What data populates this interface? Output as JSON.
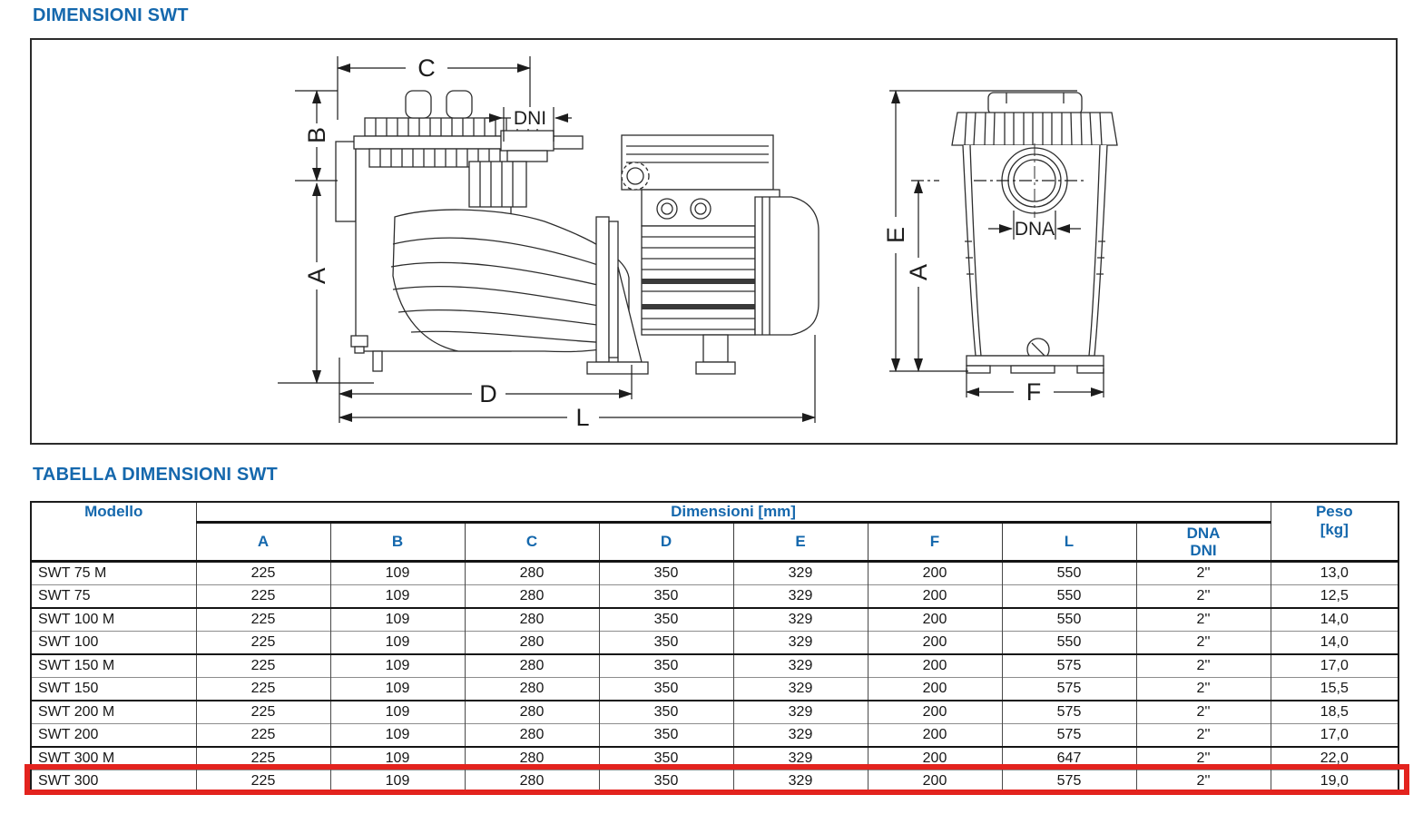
{
  "page": {
    "title_diagram": "DIMENSIONI SWT",
    "title_table": "TABELLA DIMENSIONI SWT"
  },
  "colors": {
    "accent_blue": "#1568AD",
    "highlight_red": "#E3231E",
    "drawing_line": "#2d2d2d"
  },
  "diagram": {
    "side_view_labels": {
      "c": "C",
      "b": "B",
      "a": "A",
      "d": "D",
      "l": "L",
      "dni": "DNI"
    },
    "front_view_labels": {
      "e": "E",
      "a": "A",
      "dna": "DNA",
      "f": "F"
    }
  },
  "table": {
    "header": {
      "modello": "Modello",
      "dimensioni": "Dimensioni [mm]",
      "peso_line1": "Peso",
      "peso_line2": "[kg]",
      "columns": [
        "A",
        "B",
        "C",
        "D",
        "E",
        "F",
        "L"
      ],
      "dna_line1": "DNA",
      "dna_line2": "DNI"
    },
    "rows": [
      {
        "modello": "SWT 75 M",
        "values": [
          "225",
          "109",
          "280",
          "350",
          "329",
          "200",
          "550",
          "2''",
          "13,0"
        ]
      },
      {
        "modello": "SWT 75",
        "values": [
          "225",
          "109",
          "280",
          "350",
          "329",
          "200",
          "550",
          "2''",
          "12,5"
        ]
      },
      {
        "modello": "SWT 100 M",
        "values": [
          "225",
          "109",
          "280",
          "350",
          "329",
          "200",
          "550",
          "2''",
          "14,0"
        ]
      },
      {
        "modello": "SWT 100",
        "values": [
          "225",
          "109",
          "280",
          "350",
          "329",
          "200",
          "550",
          "2''",
          "14,0"
        ]
      },
      {
        "modello": "SWT 150 M",
        "values": [
          "225",
          "109",
          "280",
          "350",
          "329",
          "200",
          "575",
          "2''",
          "17,0"
        ]
      },
      {
        "modello": "SWT 150",
        "values": [
          "225",
          "109",
          "280",
          "350",
          "329",
          "200",
          "575",
          "2''",
          "15,5"
        ]
      },
      {
        "modello": "SWT 200 M",
        "values": [
          "225",
          "109",
          "280",
          "350",
          "329",
          "200",
          "575",
          "2''",
          "18,5"
        ]
      },
      {
        "modello": "SWT 200",
        "values": [
          "225",
          "109",
          "280",
          "350",
          "329",
          "200",
          "575",
          "2''",
          "17,0"
        ]
      },
      {
        "modello": "SWT 300 M",
        "values": [
          "225",
          "109",
          "280",
          "350",
          "329",
          "200",
          "647",
          "2''",
          "22,0"
        ]
      },
      {
        "modello": "SWT 300",
        "values": [
          "225",
          "109",
          "280",
          "350",
          "329",
          "200",
          "575",
          "2''",
          "19,0"
        ]
      }
    ],
    "highlighted_model": "SWT 300"
  }
}
